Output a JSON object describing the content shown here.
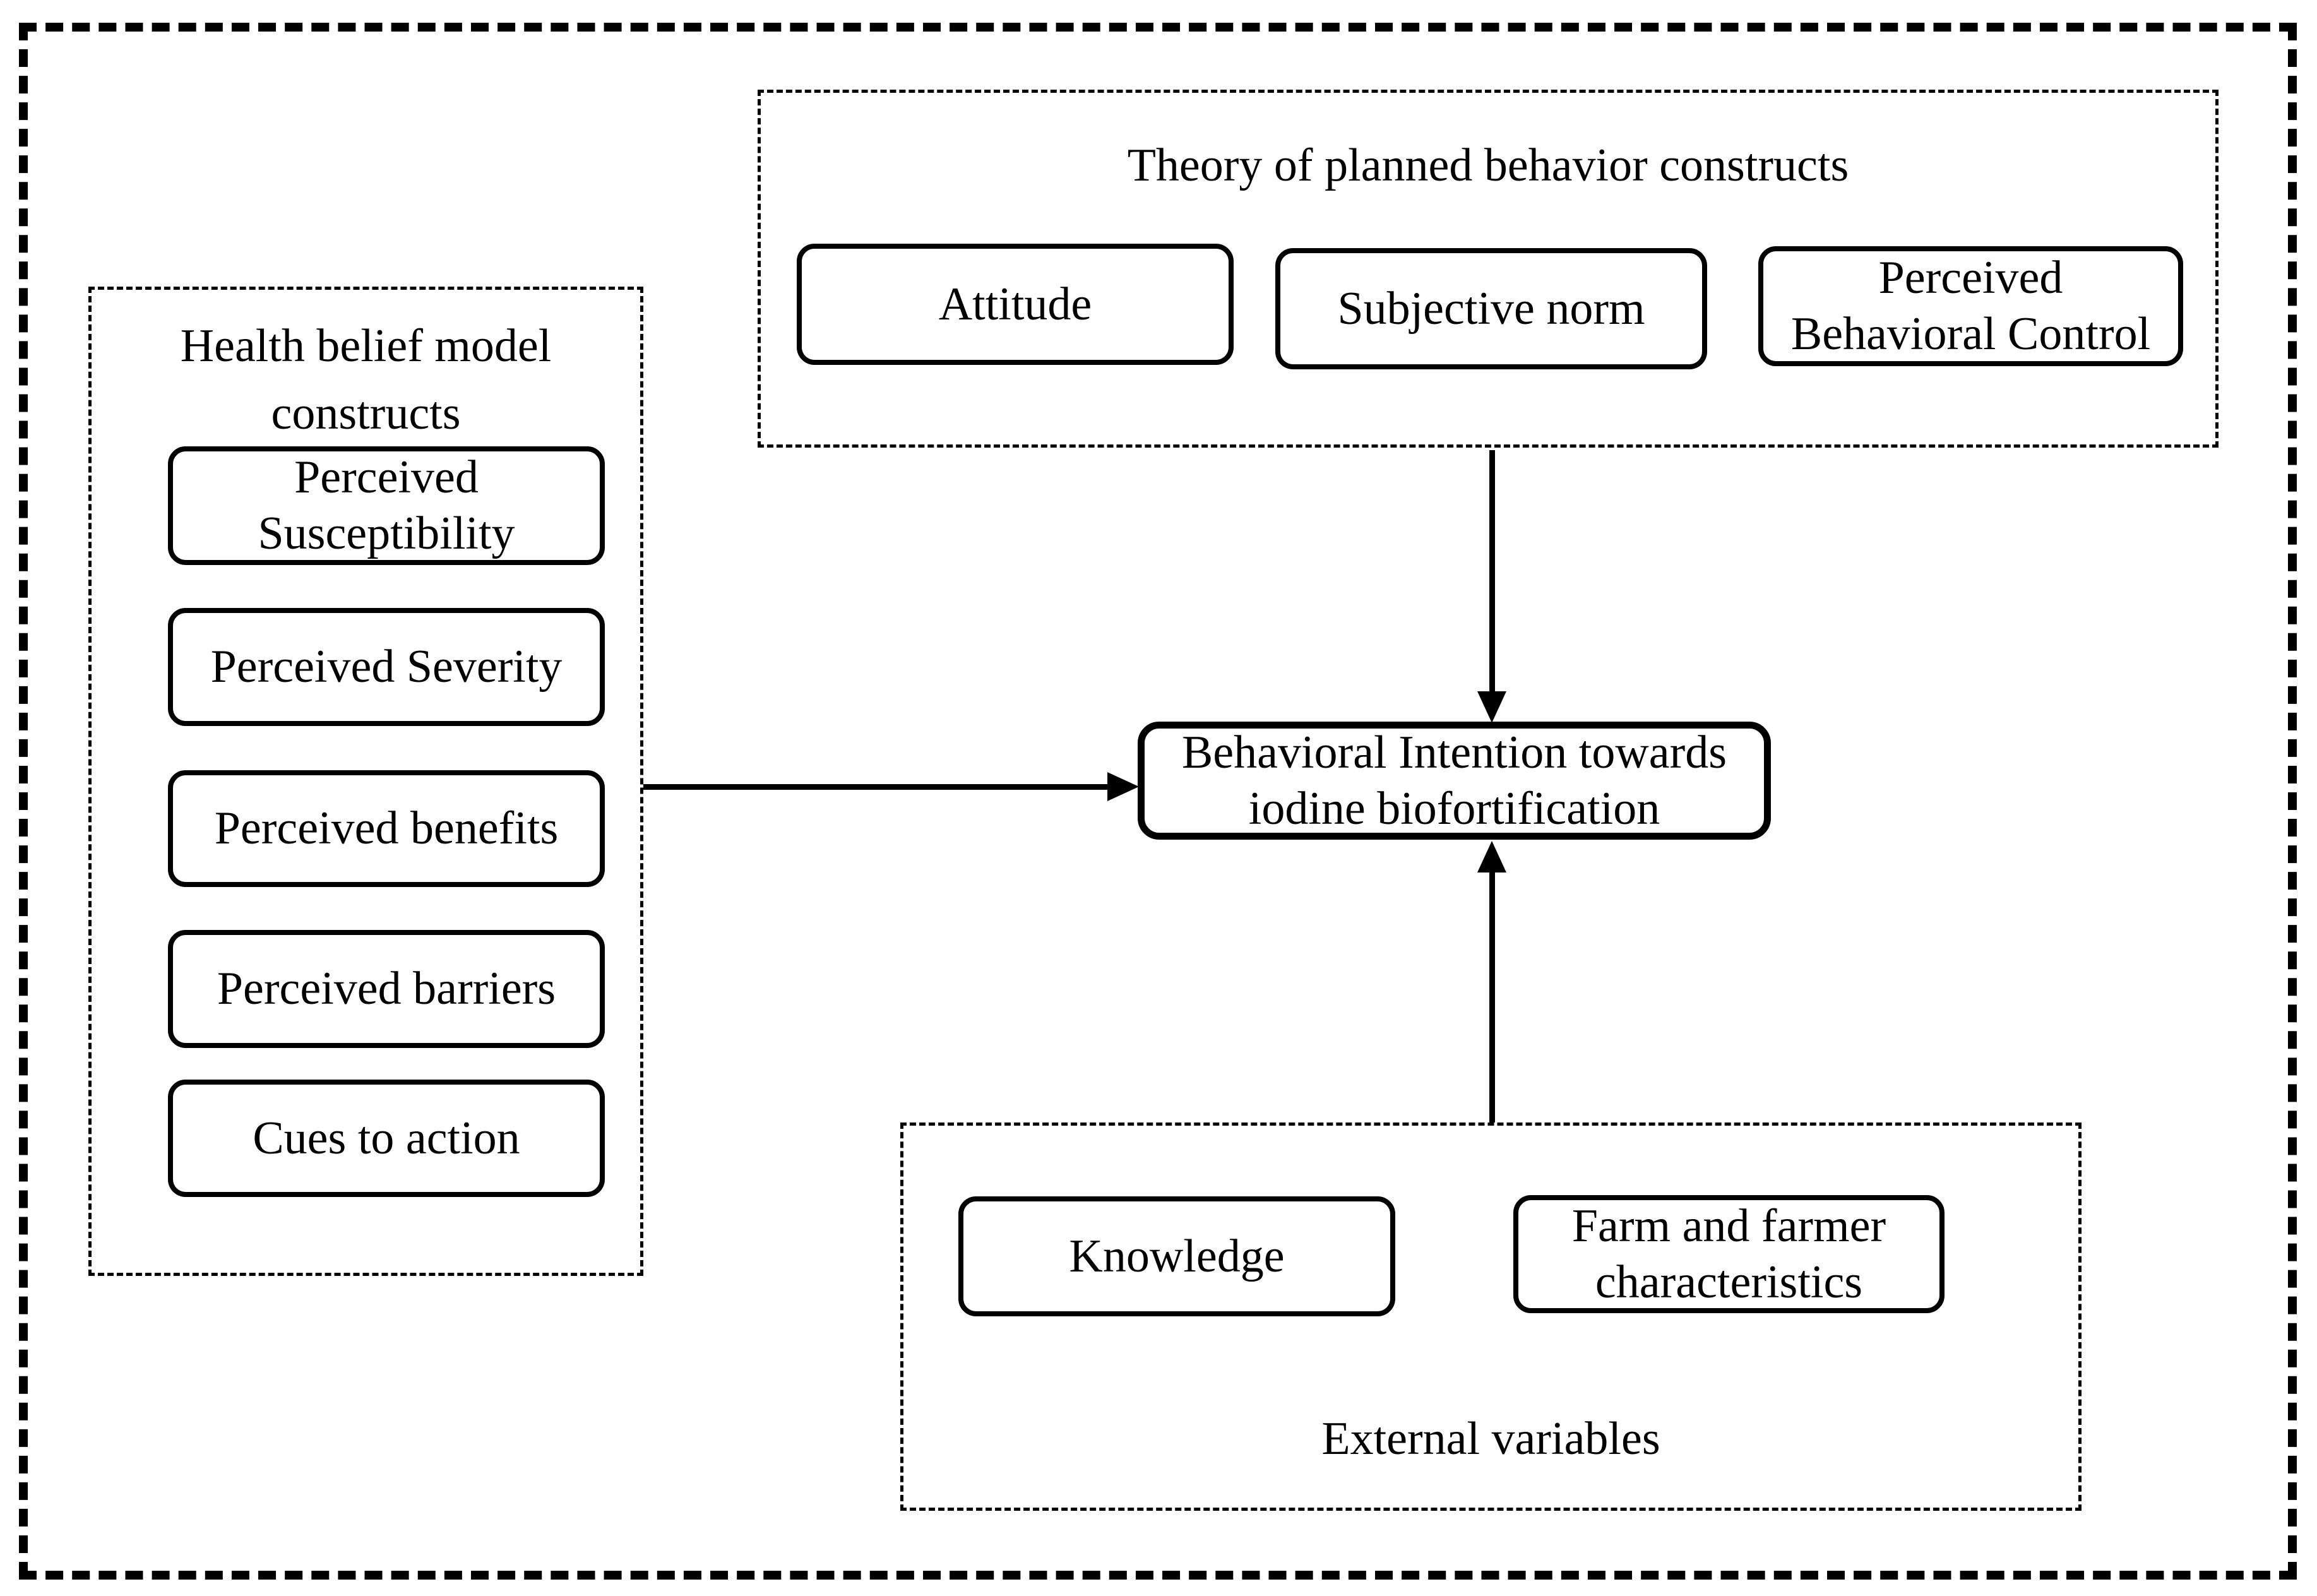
{
  "diagram": {
    "colors": {
      "ink": "#000000",
      "paper": "#ffffff"
    },
    "tpb_group": {
      "title": "Theory of planned behavior constructs",
      "boxes": [
        "Attitude",
        "Subjective norm",
        "Perceived Behavioral Control"
      ]
    },
    "hbm_group": {
      "title": "Health belief model constructs",
      "boxes": [
        "Perceived Susceptibility",
        "Perceived Severity",
        "Perceived benefits",
        "Perceived barriers",
        "Cues to action"
      ]
    },
    "central_box": {
      "label": "Behavioral Intention towards iodine biofortification"
    },
    "external_group": {
      "title": "External variables",
      "boxes": [
        "Knowledge",
        "Farm and farmer characteristics"
      ]
    }
  }
}
